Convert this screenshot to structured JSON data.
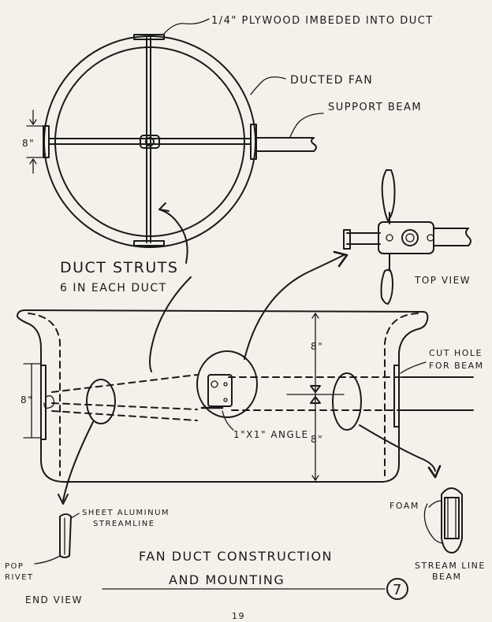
{
  "labels": {
    "plywood": "1/4\" PLYWOOD IMBEDED INTO DUCT",
    "ducted_fan": "DUCTED FAN",
    "support_beam": "SUPPORT BEAM",
    "dim_8_top": "8\"",
    "duct_struts_line1": "DUCT STRUTS",
    "duct_struts_line2": "6 IN EACH DUCT",
    "top_view": "TOP VIEW",
    "dim_8_upper": "8\"",
    "cut_hole_line1": "CUT HOLE",
    "cut_hole_line2": "FOR BEAM",
    "dim_8_left": "8\"",
    "angle": "1\"X1\" ANGLE",
    "dim_8_lower": "8\"",
    "sheet_aluminum_line1": "SHEET ALUMINUM",
    "sheet_aluminum_line2": "STREAMLINE",
    "foam": "FOAM",
    "pop_rivet_line1": "POP",
    "pop_rivet_line2": "RIVET",
    "title_line1": "FAN DUCT CONSTRUCTION",
    "title_line2": "AND MOUNTING",
    "streamline_beam_line1": "STREAM LINE",
    "streamline_beam_line2": "BEAM",
    "end_view": "END VIEW",
    "figure_number": "7",
    "page_number": "19"
  }
}
